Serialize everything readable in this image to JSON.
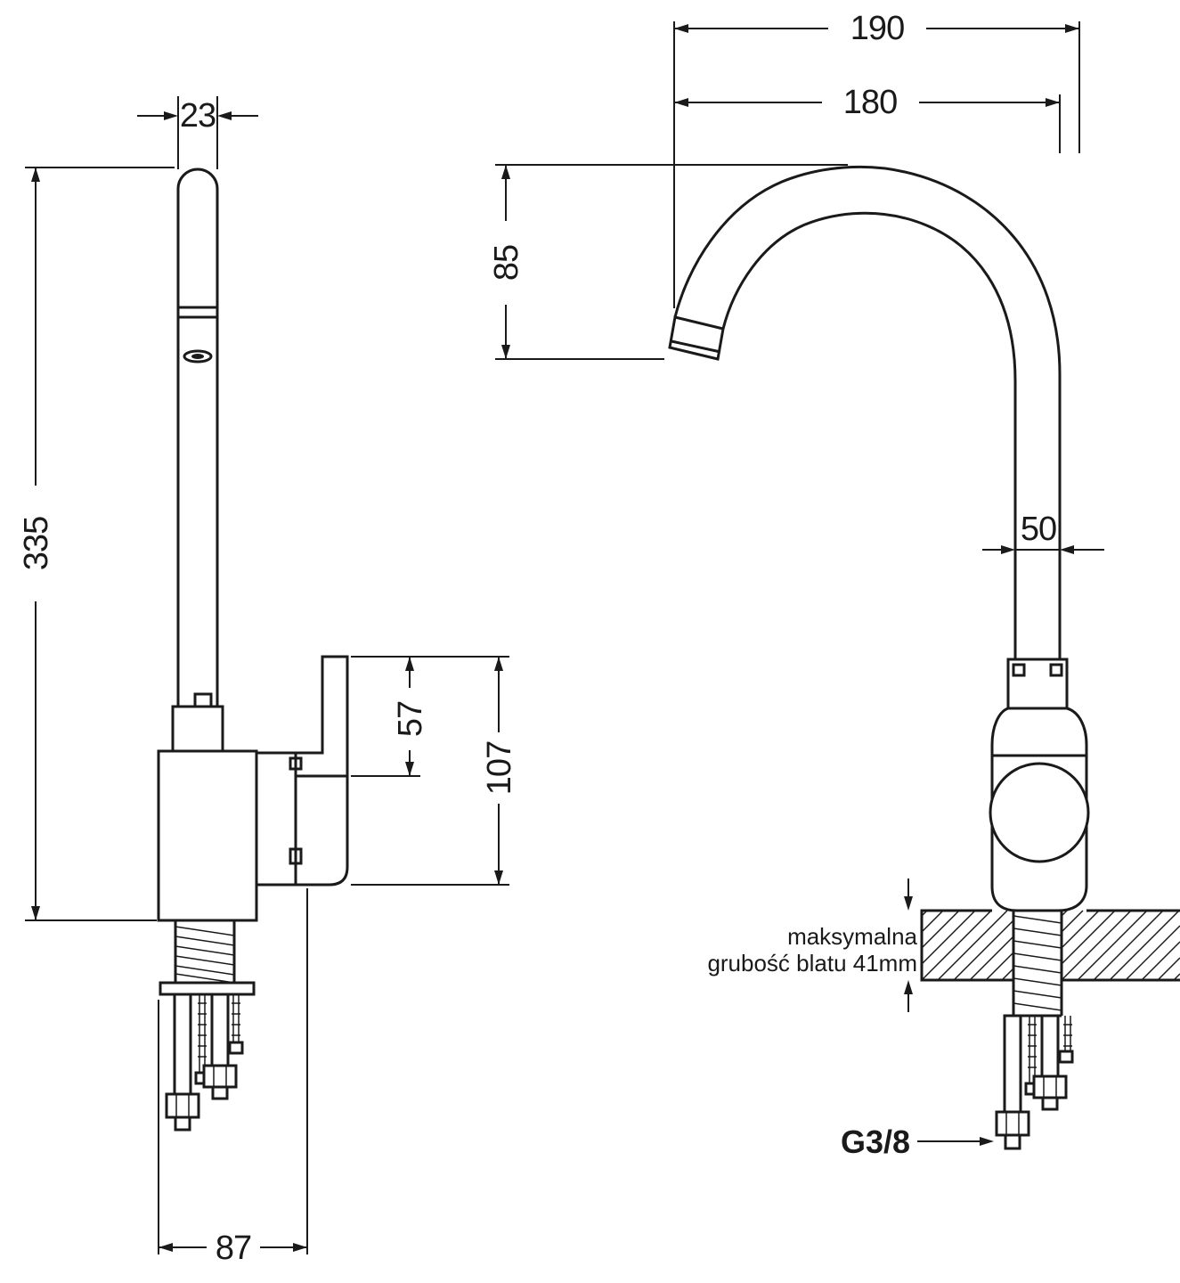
{
  "drawing": {
    "left_view": {
      "spout_width": "23",
      "total_height": "335",
      "handle_length": "57",
      "handle_height": "107",
      "base_width": "87"
    },
    "right_view": {
      "overall_width": "190",
      "spout_reach": "180",
      "spout_drop": "85",
      "column_width": "50",
      "counter_note_line1": "maksymalna",
      "counter_note_line2": "grubość blatu 41mm",
      "thread_size": "G3/8"
    }
  }
}
